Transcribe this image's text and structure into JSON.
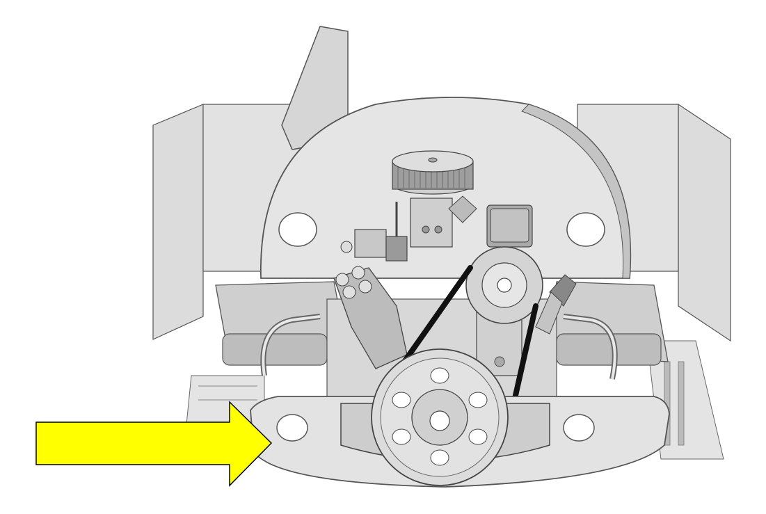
{
  "diagram": {
    "subject": "engine-compartment-rear-view",
    "callout": {
      "shape": "arrow",
      "direction": "right",
      "fill": "#ffff00",
      "stroke": "#000000"
    },
    "belt_color": "#111111",
    "colors": {
      "tin_light": "#e6e6e6",
      "tin_mid": "#d2d2d2",
      "tin_dark": "#b8b8b8",
      "outline": "#555555",
      "hole": "#ffffff"
    }
  }
}
